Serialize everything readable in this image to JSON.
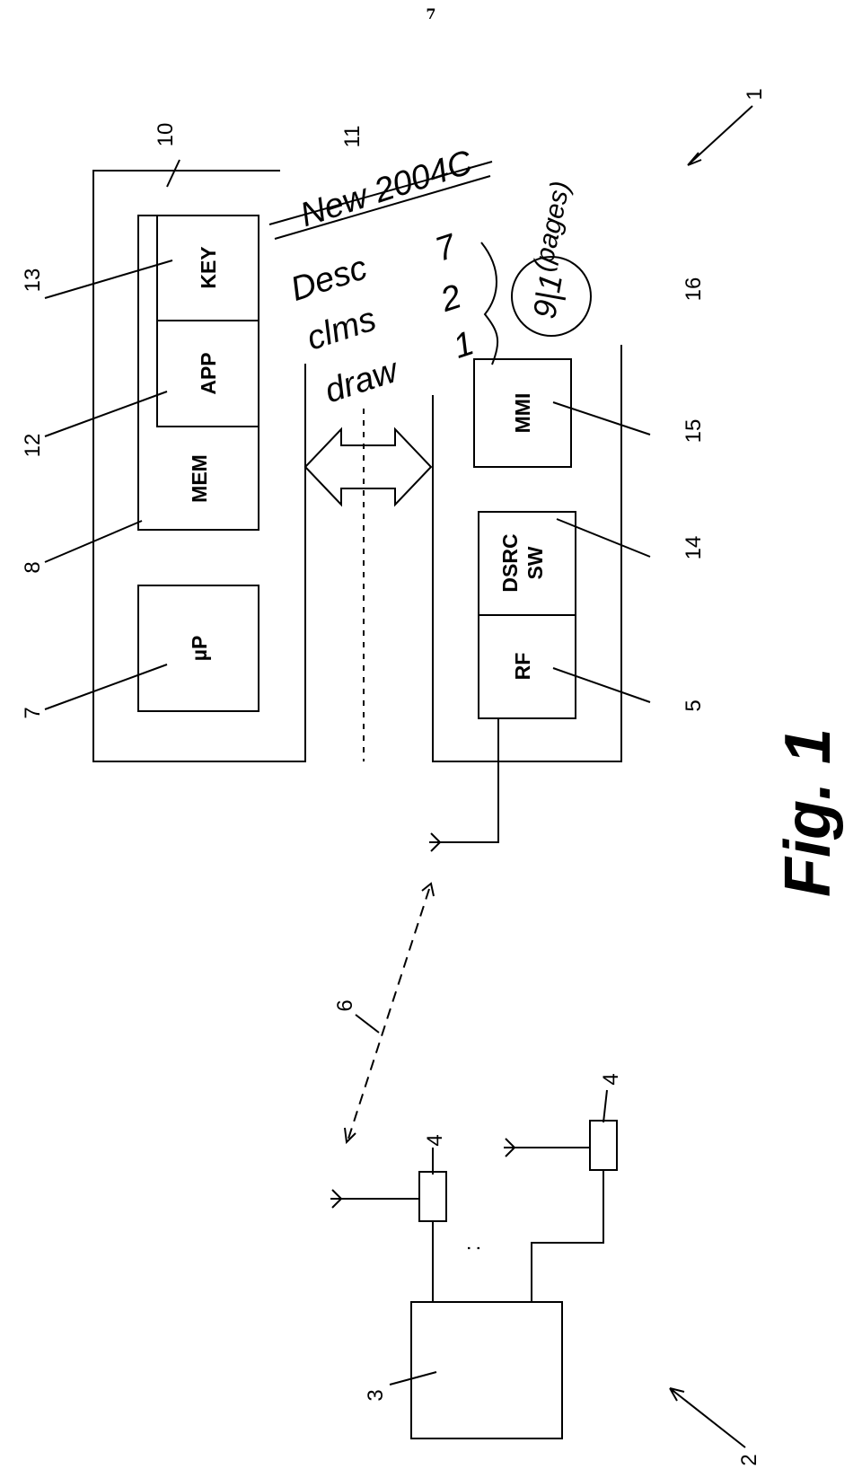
{
  "page_number": "7",
  "figure_caption": "Fig. 1",
  "blocks": {
    "processor": "µP",
    "memory": "MEM",
    "application": "APP",
    "key": "KEY",
    "rf": "RF",
    "dsrc_line1": "DSRC",
    "dsrc_line2": "SW",
    "mmi": "MMI"
  },
  "reference_numerals": {
    "device": "1",
    "roadside_system": "2",
    "central_unit": "3",
    "beacon_a": "4",
    "beacon_b": "4",
    "rf_module": "5",
    "radio_link": "6",
    "processor": "7",
    "memory": "8",
    "host_unit": "10",
    "interface": "11",
    "application": "12",
    "key": "13",
    "dsrc_software": "14",
    "mmi": "15",
    "module_unit": "16"
  },
  "handwritten_note": {
    "title": "New 2004C",
    "line1_label": "Desc",
    "line1_value": "7",
    "line2_label": "clms",
    "line2_value": "2",
    "line3_label": "draw",
    "line3_value": "1",
    "pages_label": "(pages)",
    "circled": "9|1"
  },
  "ellipsis": ":"
}
